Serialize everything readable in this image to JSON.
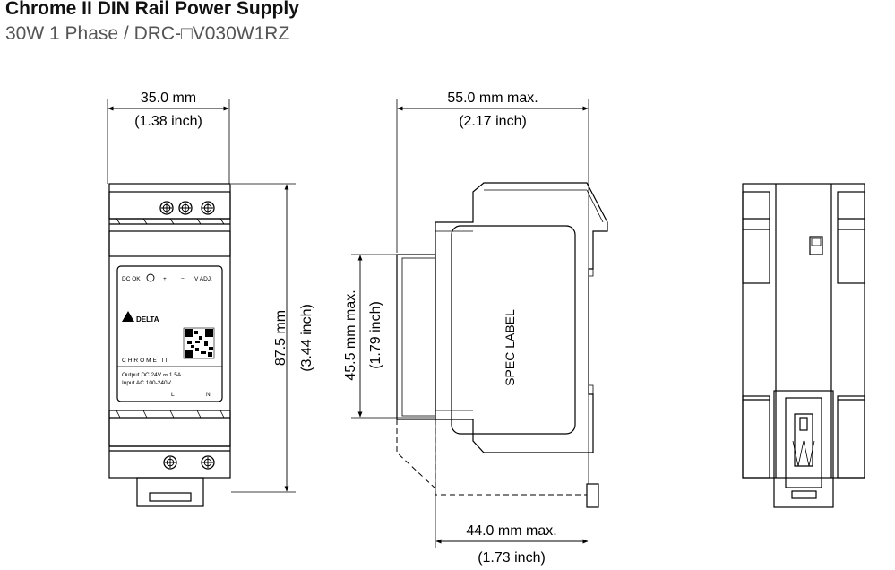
{
  "header": {
    "title": "Chrome II DIN Rail Power Supply",
    "subtitle": "30W 1 Phase / DRC-□V030W1RZ"
  },
  "front_view": {
    "width_mm": "35.0 mm",
    "width_in": "(1.38 inch)",
    "height_mm": "87.5 mm",
    "height_in": "(3.44 inch)",
    "panel": {
      "dc_ok": "DC OK",
      "plus": "+",
      "minus": "−",
      "v_adj": "V ADJ.",
      "brand": "DELTA",
      "series": "CHROME II",
      "output": "Output DC 24V ⎓ 1.5A",
      "input": "Input AC 100-240V",
      "term_l": "L",
      "term_n": "N"
    }
  },
  "side_view": {
    "depth_mm": "55.0 mm max.",
    "depth_in": "(2.17 inch)",
    "step_mm": "45.5 mm max.",
    "step_in": "(1.79 inch)",
    "bottom_mm": "44.0 mm max.",
    "bottom_in": "(1.73 inch)",
    "label": "SPEC LABEL"
  },
  "colors": {
    "line": "#000000",
    "bg": "#ffffff"
  }
}
